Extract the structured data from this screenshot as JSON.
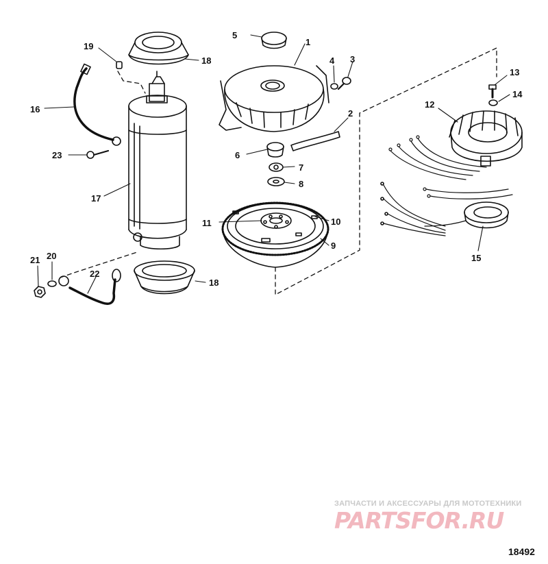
{
  "figure_number": "18492",
  "watermark": {
    "tagline": "ЗАПЧАСТИ И АКСЕССУАРЫ ДЛЯ МОТОТЕХНИКИ",
    "logo": "PARTSFOR.RU"
  },
  "callouts": [
    {
      "id": "1",
      "label": "1"
    },
    {
      "id": "2",
      "label": "2"
    },
    {
      "id": "3",
      "label": "3"
    },
    {
      "id": "4",
      "label": "4"
    },
    {
      "id": "5",
      "label": "5"
    },
    {
      "id": "6",
      "label": "6"
    },
    {
      "id": "7",
      "label": "7"
    },
    {
      "id": "8",
      "label": "8"
    },
    {
      "id": "9",
      "label": "9"
    },
    {
      "id": "10",
      "label": "10"
    },
    {
      "id": "11",
      "label": "11"
    },
    {
      "id": "12",
      "label": "12"
    },
    {
      "id": "13",
      "label": "13"
    },
    {
      "id": "14",
      "label": "14"
    },
    {
      "id": "15",
      "label": "15"
    },
    {
      "id": "16",
      "label": "16"
    },
    {
      "id": "17",
      "label": "17"
    },
    {
      "id": "18a",
      "label": "18"
    },
    {
      "id": "18b",
      "label": "18"
    },
    {
      "id": "19",
      "label": "19"
    },
    {
      "id": "20",
      "label": "20"
    },
    {
      "id": "21",
      "label": "21"
    },
    {
      "id": "22",
      "label": "22"
    },
    {
      "id": "23",
      "label": "23"
    }
  ]
}
